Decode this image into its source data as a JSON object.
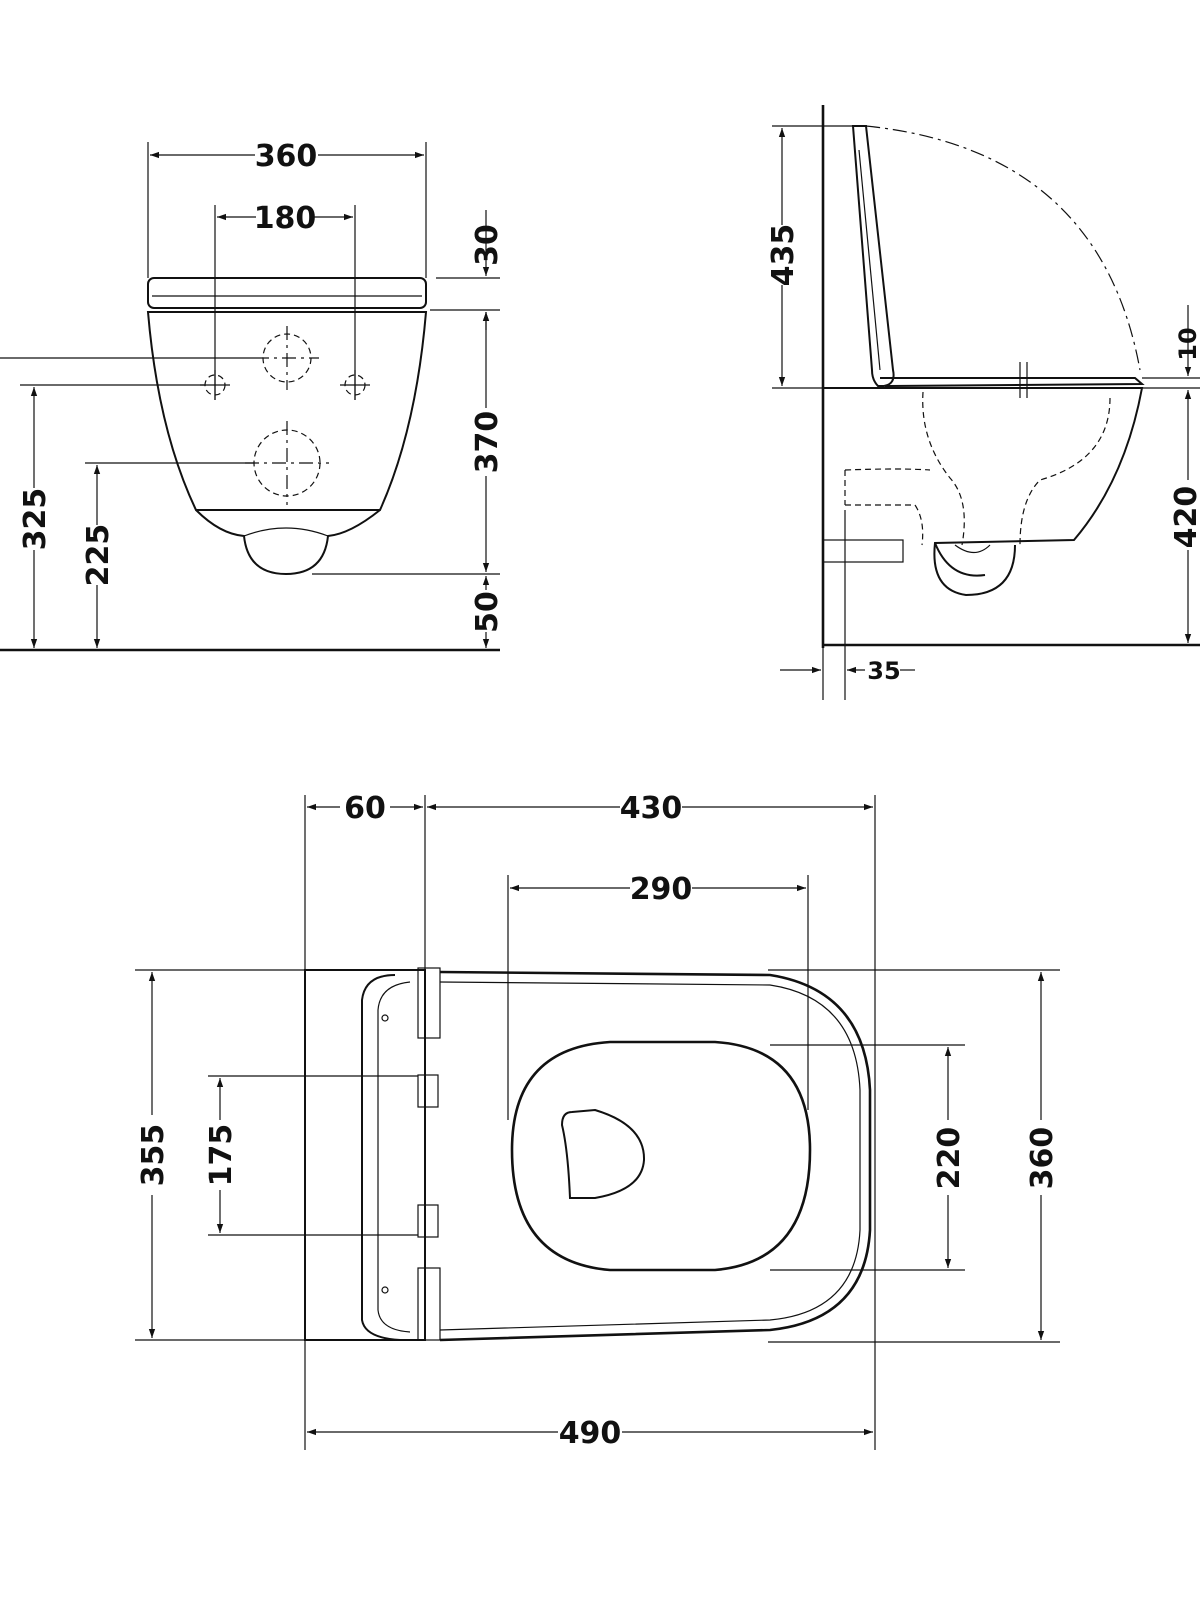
{
  "dimensions": {
    "front_width": "360",
    "front_hole_spacing": "180",
    "front_seat_thickness": "30",
    "front_bowl_height": "370",
    "front_bottom_gap": "50",
    "front_inlet_height": "325",
    "front_outlet_height": "225",
    "side_lid_height": "435",
    "side_seat_gap": "10",
    "side_rim_height": "420",
    "side_wall_offset": "35",
    "top_rear_depth": "60",
    "top_front_depth": "430",
    "top_opening_length": "290",
    "top_rear_width": "355",
    "top_bolt_spacing": "175",
    "top_opening_width": "220",
    "top_overall_width": "360",
    "top_overall_length": "490"
  },
  "colors": {
    "line": "#111111",
    "background": "#ffffff"
  }
}
